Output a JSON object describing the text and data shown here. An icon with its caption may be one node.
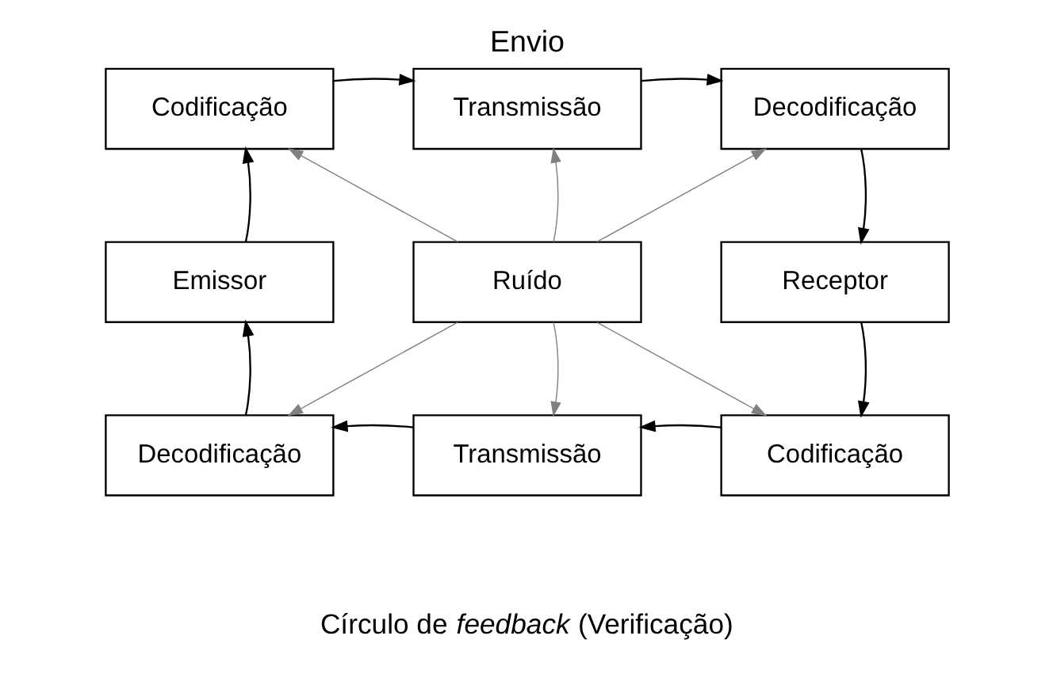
{
  "diagram": {
    "title": "Envio",
    "caption": "Círculo de *feedback* (Verificação)",
    "nodes": [
      {
        "text": [
          "Codificação"
        ]
      },
      {
        "text": [
          "Transmissão"
        ]
      },
      {
        "text": [
          "Decodificação"
        ]
      },
      {
        "text": [
          "Emissor"
        ]
      },
      {
        "text": [
          "Ruído"
        ]
      },
      {
        "text": [
          "Receptor"
        ]
      },
      {
        "text": [
          "Decodificação"
        ]
      },
      {
        "text": [
          "Transmissão"
        ]
      },
      {
        "text": [
          "Codificação"
        ]
      }
    ],
    "edges": [
      {
        "from": 3,
        "to": 0,
        "arrow": "to"
      },
      {
        "from": 0,
        "to": 1,
        "arrow": "to"
      },
      {
        "from": 1,
        "to": 2,
        "arrow": "to"
      },
      {
        "from": 2,
        "to": 5,
        "arrow": "to"
      },
      {
        "from": 5,
        "to": 8,
        "arrow": "to"
      },
      {
        "from": 8,
        "to": 7,
        "arrow": "to"
      },
      {
        "from": 7,
        "to": 6,
        "arrow": "to"
      },
      {
        "from": 6,
        "to": 3,
        "arrow": "to"
      },
      {
        "from": 4,
        "to": 0,
        "arrow": "to",
        "color": "#808080"
      },
      {
        "from": 4,
        "to": 1,
        "arrow": "to",
        "color": "#808080"
      },
      {
        "from": 4,
        "to": 2,
        "arrow": "to",
        "color": "#808080"
      },
      {
        "from": 4,
        "to": 6,
        "arrow": "to",
        "color": "#808080"
      },
      {
        "from": 4,
        "to": 7,
        "arrow": "to",
        "color": "#808080"
      },
      {
        "from": 4,
        "to": 8,
        "arrow": "to",
        "color": "#808080"
      }
    ]
  }
}
